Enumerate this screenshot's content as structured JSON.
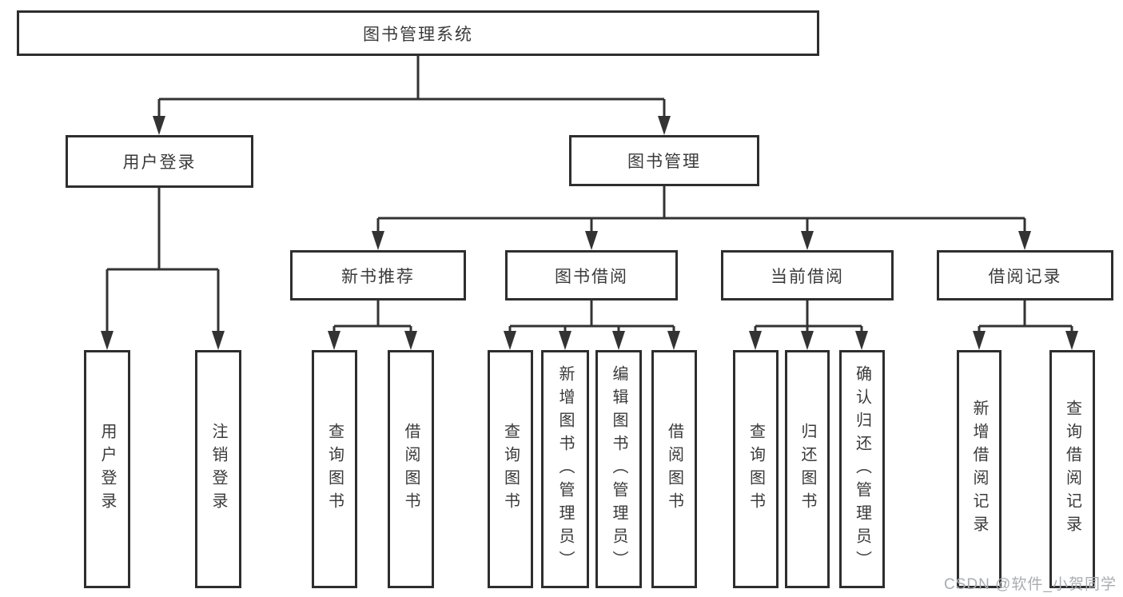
{
  "diagram": {
    "tree": {
      "label": "图书管理系统",
      "children": [
        {
          "label": "用户登录",
          "children": [
            {
              "label": "用户登录"
            },
            {
              "label": "注销登录"
            }
          ]
        },
        {
          "label": "图书管理",
          "children": [
            {
              "label": "新书推荐",
              "children": [
                {
                  "label": "查询图书"
                },
                {
                  "label": "借阅图书"
                }
              ]
            },
            {
              "label": "图书借阅",
              "children": [
                {
                  "label": "查询图书"
                },
                {
                  "label": "新增图书（管理员）"
                },
                {
                  "label": "编辑图书（管理员）"
                },
                {
                  "label": "借阅图书"
                }
              ]
            },
            {
              "label": "当前借阅",
              "children": [
                {
                  "label": "查询图书"
                },
                {
                  "label": "归还图书"
                },
                {
                  "label": "确认归还（管理员）"
                }
              ]
            },
            {
              "label": "借阅记录",
              "children": [
                {
                  "label": "新增借阅记录"
                },
                {
                  "label": "查询借阅记录"
                }
              ]
            }
          ]
        }
      ]
    },
    "watermark": "CSDN @软件_小贺同学",
    "colors": {
      "line": "#333333",
      "border": "#2e2e2e",
      "text": "#3a3a3a",
      "watermark": "#a9adb1",
      "background": "#ffffff"
    }
  }
}
